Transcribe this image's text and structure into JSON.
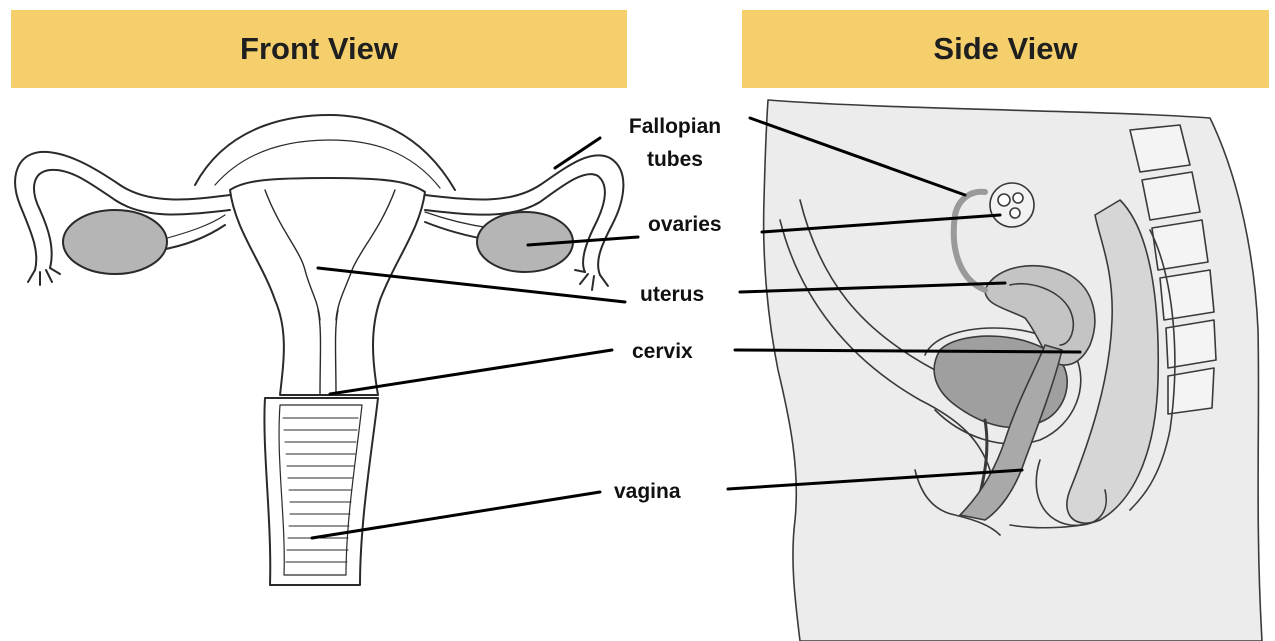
{
  "headers": {
    "front": "Front View",
    "side": "Side View"
  },
  "labels": {
    "fallopian_tubes_line1": "Fallopian",
    "fallopian_tubes_line2": "tubes",
    "ovaries": "ovaries",
    "uterus": "uterus",
    "cervix": "cervix",
    "vagina": "vagina"
  },
  "colors": {
    "header_bg": "#f5cf6b",
    "tissue_fill": "#ededed",
    "organ_fill": "#b5b5b5",
    "line": "#000000"
  }
}
